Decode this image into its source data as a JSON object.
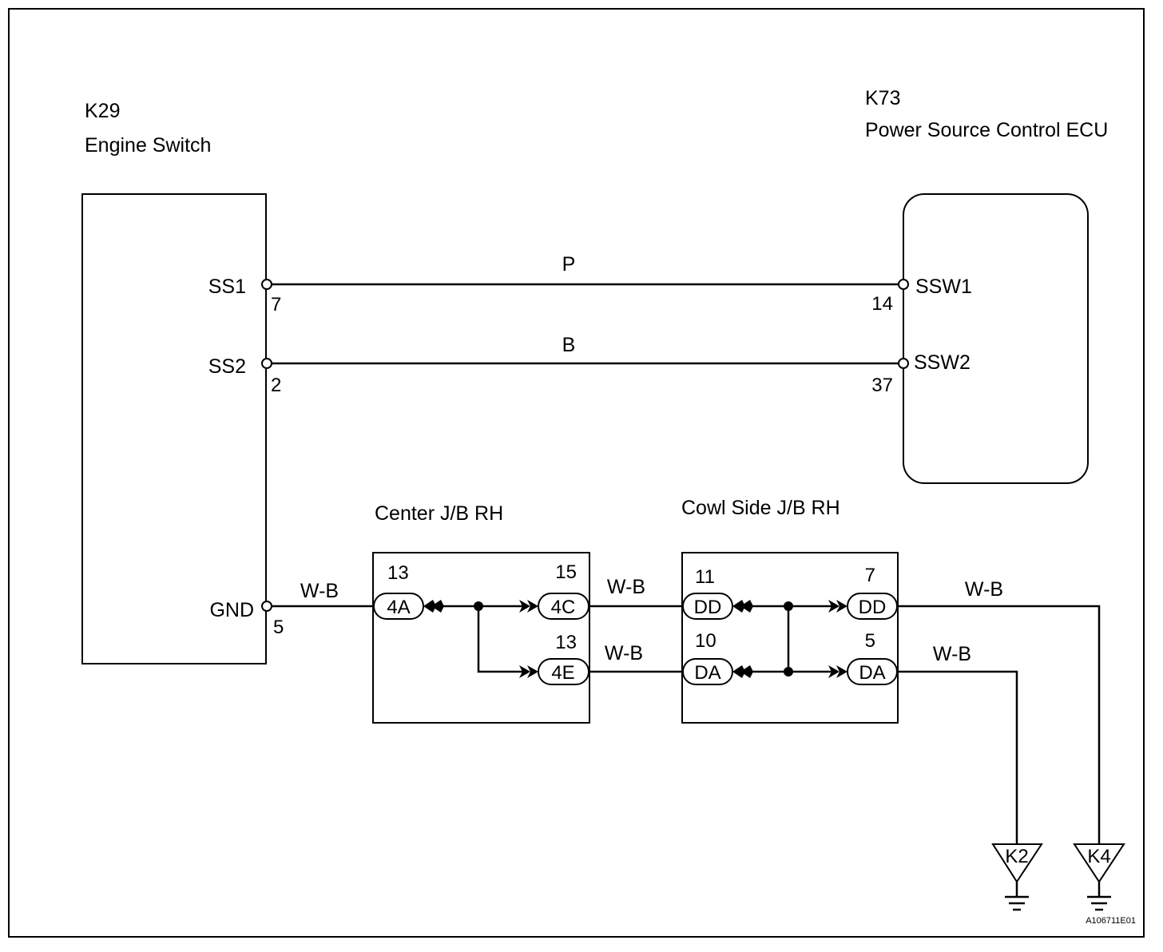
{
  "components": {
    "engine_switch": {
      "id": "K29",
      "name": "Engine Switch"
    },
    "ecu": {
      "id": "K73",
      "name": "Power Source Control ECU"
    },
    "center_jb": {
      "name": "Center J/B RH"
    },
    "cowl_jb": {
      "name": "Cowl Side J/B RH"
    }
  },
  "engine_switch_pins": {
    "ss1": {
      "label": "SS1",
      "pin": "7"
    },
    "ss2": {
      "label": "SS2",
      "pin": "2"
    },
    "gnd": {
      "label": "GND",
      "pin": "5"
    }
  },
  "ecu_pins": {
    "ssw1": {
      "label": "SSW1",
      "pin": "14"
    },
    "ssw2": {
      "label": "SSW2",
      "pin": "37"
    }
  },
  "wires": {
    "ss1": "P",
    "ss2": "B",
    "gnd": "W-B",
    "jb_top": "W-B",
    "jb_bottom": "W-B",
    "out_top": "W-B",
    "out_bottom": "W-B"
  },
  "center_jb_connectors": {
    "in_4a": {
      "code": "4A",
      "pin": "13"
    },
    "out_4c": {
      "code": "4C",
      "pin": "15"
    },
    "out_4e": {
      "code": "4E",
      "pin": "13"
    }
  },
  "cowl_jb_connectors": {
    "in_dd": {
      "code": "DD",
      "pin": "11"
    },
    "in_da": {
      "code": "DA",
      "pin": "10"
    },
    "out_dd": {
      "code": "DD",
      "pin": "7"
    },
    "out_da": {
      "code": "DA",
      "pin": "5"
    }
  },
  "grounds": {
    "k2": "K2",
    "k4": "K4"
  },
  "figure_id": "A106711E01"
}
